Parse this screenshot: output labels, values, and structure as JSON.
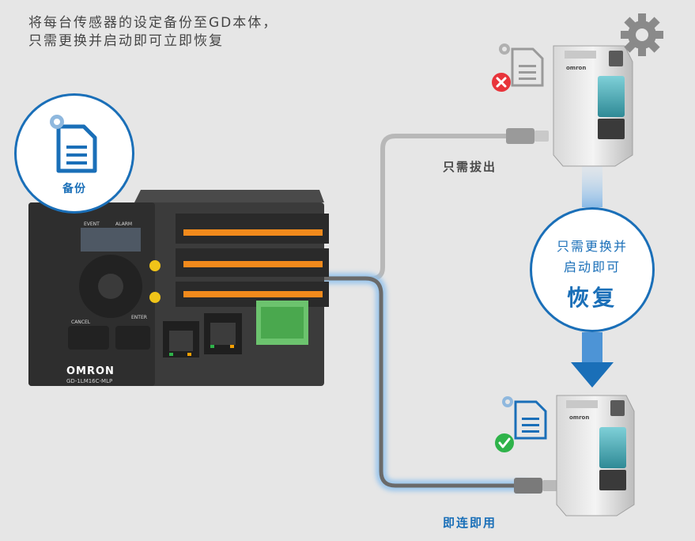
{
  "headline": "将每台传感器的设定备份至GD本体，\n只需更换并启动即可立即恢复",
  "backup_label": "备份",
  "restore_line1": "只需更换并",
  "restore_line2": "启动即可",
  "restore_big": "恢复",
  "unplug_label": "只需拔出",
  "connect_label": "即连即用",
  "controller": {
    "brand": "OMRON",
    "model": "GD-1LM16C-MLP",
    "event_label": "EVENT",
    "alarm_label": "ALARM",
    "cancel_label": "CANCEL",
    "enter_label": "ENTER"
  },
  "sensor_brand": "omron",
  "colors": {
    "accent_blue": "#1a6fb8",
    "error_red": "#e8343b",
    "ok_green": "#2fb34a",
    "cable_gray": "#b8b8b8",
    "cable_dark": "#6a6a6a"
  },
  "icons": [
    "gear-icon",
    "document-icon",
    "error-x-icon",
    "check-icon",
    "arrow-down-icon"
  ]
}
